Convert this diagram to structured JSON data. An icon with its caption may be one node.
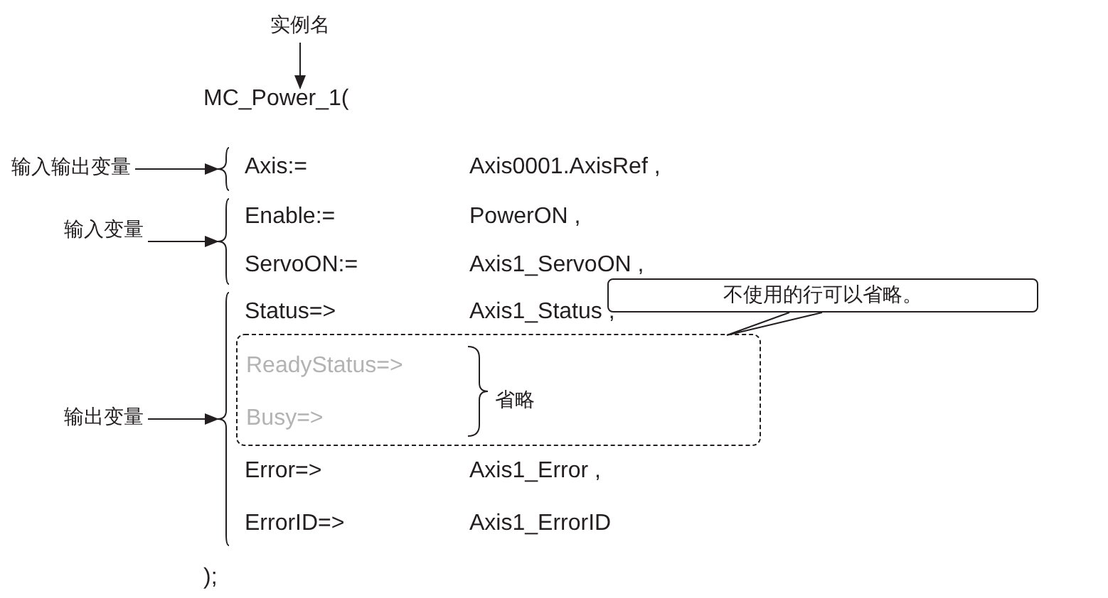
{
  "diagram": {
    "nodes": [
      {
        "text": [
          "实例名"
        ]
      },
      {
        "text": [
          "MC_Power_1("
        ]
      },
      {
        "text": [
          "输入输出变量"
        ]
      },
      {
        "text": [
          "输入变量"
        ]
      },
      {
        "text": [
          "输出变量"
        ]
      },
      {
        "text": [
          "不使用的行可以省略。"
        ]
      },
      {
        "text": [
          "ReadyStatus=>",
          "Busy=>",
          "省略"
        ]
      },
      {
        "text": [],
        "shape": "brace"
      },
      {
        "text": [],
        "shape": "brace"
      },
      {
        "text": [],
        "shape": "brace"
      }
    ],
    "edges": [
      {
        "from": 0,
        "to": 1,
        "arrow": "to"
      },
      {
        "from": 2,
        "to": 7,
        "arrow": "to"
      },
      {
        "from": 3,
        "to": 8,
        "arrow": "to"
      },
      {
        "from": 4,
        "to": 9,
        "arrow": "to"
      },
      {
        "from": 5,
        "to": 6,
        "arrow": "none"
      }
    ],
    "labels": [
      "Axis:=",
      "Axis0001.AxisRef ,",
      "Enable:=",
      "PowerON ,",
      "ServoON:=",
      "Axis1_ServoON ,",
      "Status=>",
      "Axis1_Status ,",
      "Error=>",
      "Axis1_Error ,",
      "ErrorID=>",
      "Axis1_ErrorID",
      ");"
    ]
  }
}
